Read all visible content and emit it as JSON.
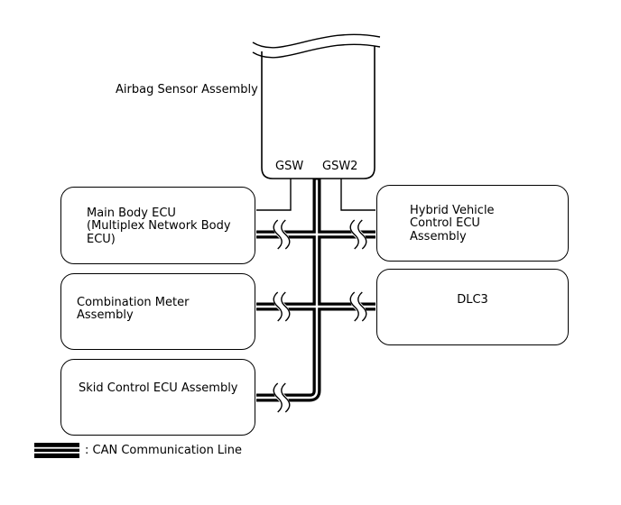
{
  "canvas": {
    "background": "#ffffff",
    "line_color": "#000000"
  },
  "airbag_assembly": {
    "label": "Airbag Sensor Assembly",
    "pin_left": "GSW",
    "pin_right": "GSW2"
  },
  "nodes": {
    "main_body_ecu": {
      "label": "Main Body ECU\n(Multiplex Network Body\nECU)"
    },
    "combination_meter": {
      "label": "Combination Meter Assembly"
    },
    "skid_control_ecu": {
      "label": "Skid Control ECU Assembly"
    },
    "hybrid_vehicle_control_ecu": {
      "label": "Hybrid Vehicle\nControl ECU\nAssembly"
    },
    "dlc3": {
      "label": "DLC3"
    }
  },
  "legend": {
    "symbol_icon": "can-communication-line-icon",
    "label": ": CAN Communication Line"
  }
}
